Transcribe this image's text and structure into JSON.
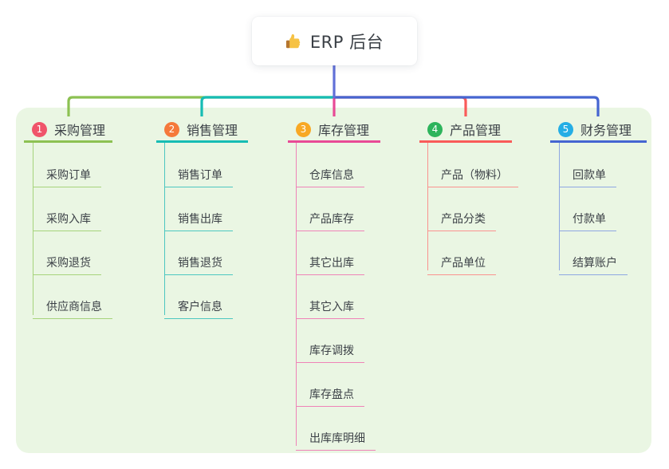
{
  "title": {
    "icon": "thumbs-up",
    "label": "ERP 后台"
  },
  "trunk_color": "#6170d8",
  "panel_bg": "#eaf6e3",
  "branches": [
    {
      "number": "1",
      "label": "采购管理",
      "badge_color": "#f0546a",
      "line_color": "#8cc152",
      "child_line_color": "#a6d37b",
      "children": [
        "采购订单",
        "采购入库",
        "采购退货",
        "供应商信息"
      ]
    },
    {
      "number": "2",
      "label": "销售管理",
      "badge_color": "#f5793b",
      "line_color": "#16bcb4",
      "child_line_color": "#4cc7c0",
      "children": [
        "销售订单",
        "销售出库",
        "销售退货",
        "客户信息"
      ]
    },
    {
      "number": "3",
      "label": "库存管理",
      "badge_color": "#f8a824",
      "line_color": "#e84a96",
      "child_line_color": "#ef83b8",
      "children": [
        "仓库信息",
        "产品库存",
        "其它出库",
        "其它入库",
        "库存调拨",
        "库存盘点",
        "出库库明细"
      ]
    },
    {
      "number": "4",
      "label": "产品管理",
      "badge_color": "#2db45c",
      "line_color": "#f95b59",
      "child_line_color": "#fa928f",
      "children": [
        "产品（物料）",
        "产品分类",
        "产品单位"
      ]
    },
    {
      "number": "5",
      "label": "财务管理",
      "badge_color": "#25aee5",
      "line_color": "#4565d1",
      "child_line_color": "#8ea7e2",
      "children": [
        "回款单",
        "付款单",
        "结算账户"
      ]
    }
  ]
}
